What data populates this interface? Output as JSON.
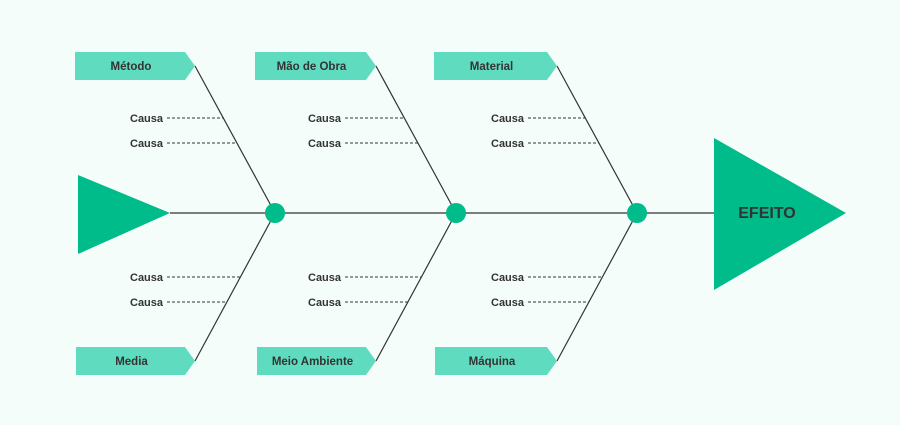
{
  "effect": "EFEITO",
  "categories": {
    "top": [
      "Método",
      "Mão de Obra",
      "Material"
    ],
    "bottom": [
      "Media",
      "Meio Ambiente",
      "Máquina"
    ]
  },
  "cause_label": "Causa",
  "colors": {
    "background": "#f4fdf9",
    "accent": "#00bb8a",
    "label_box": "#5fdcc0"
  }
}
